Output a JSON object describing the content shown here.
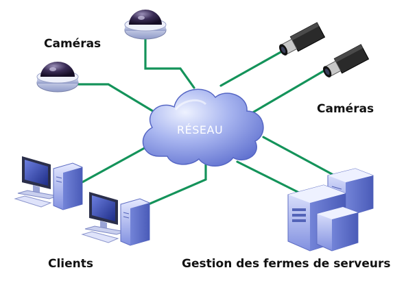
{
  "labels": {
    "cameras_left": "Caméras",
    "cameras_right": "Caméras",
    "network": "RÉSEAU",
    "clients": "Clients",
    "server_farm": "Gestion des fermes de serveurs"
  },
  "colors": {
    "link": "#14935a",
    "cloud_light": "#dbe3ff",
    "cloud_dark": "#6d7fd6",
    "server_light": "#d6dcff",
    "server_dark": "#6f7fd4",
    "camera_body": "#1c1c1c",
    "dome_lens": "#3b2a55"
  },
  "icons": {
    "dome_camera": "dome-camera-icon",
    "box_camera": "box-camera-icon",
    "client": "client-workstation-icon",
    "server": "server-tower-icon",
    "network": "network-cloud-icon"
  }
}
